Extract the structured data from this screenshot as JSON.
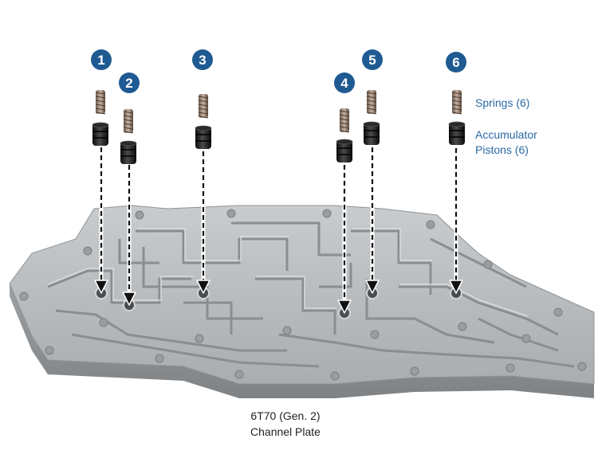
{
  "callouts": [
    {
      "number": "1"
    },
    {
      "number": "2"
    },
    {
      "number": "3"
    },
    {
      "number": "4"
    },
    {
      "number": "5"
    },
    {
      "number": "6"
    }
  ],
  "legend": {
    "springs": "Springs (6)",
    "pistons_line1": "Accumulator",
    "pistons_line2": "Pistons (6)"
  },
  "caption": {
    "line1": "6T70 (Gen. 2)",
    "line2": "Channel Plate"
  },
  "colors": {
    "badge": "#1f5a92",
    "legend_text": "#2a6aa4",
    "plate": "#b9bdc0"
  }
}
